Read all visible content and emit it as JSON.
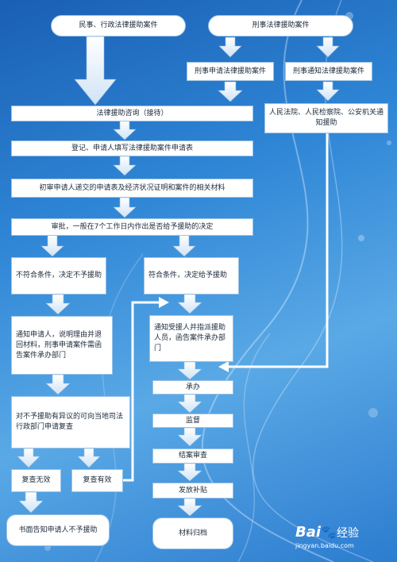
{
  "nodes": {
    "civil_admin": "民事、行政法律援助案件",
    "criminal": "刑事法律援助案件",
    "criminal_apply": "刑事申请法律援助案件",
    "criminal_notify": "刑事通知法律援助案件",
    "court_agencies": "人民法院、人民检察院、公安机关通知援助",
    "consult": "法律援助咨询（接待）",
    "register": "登记、申请人填写法律援助案件申请表",
    "preliminary": "初审申请人递交的申请表及经济状况证明和案件的相关材料",
    "approval": "审批，一般在7个工作日内作出是否给予援助的决定",
    "not_qualified": "不符合条件，决定不予援助",
    "qualified": "符合条件，决定给予援助",
    "notify_applicant": "通知申请人，说明理由并退回材料，刑事申请案件需函告案件承办部门",
    "notify_aided": "通知受援人并指派援助人员，函告案件承办部门",
    "objection": "对不予援助有异议的可向当地司法行政部门申请复查",
    "review_invalid": "复查无效",
    "review_valid": "复查有效",
    "undertake": "承办",
    "supervise": "监督",
    "closing_review": "结案审查",
    "subsidy": "发放补贴",
    "written_notice": "书面告知申请人不予援助",
    "archive": "材料归档"
  },
  "watermark": {
    "logo": "Bai",
    "logo_tail": "经验",
    "url": "jingyan.baidu.com"
  }
}
